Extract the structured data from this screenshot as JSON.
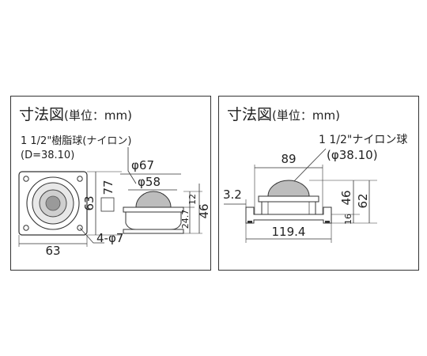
{
  "left_panel": {
    "title": "寸法図",
    "unit": "(単位：mm)",
    "ball_label_line1": "1 1/2\"樹脂球(ナイロン)",
    "ball_label_line2": "(D=38.10)",
    "dim_outer_dia": "φ67",
    "dim_inner_dia": "φ58",
    "dim_base_width": "63",
    "dim_base_height": "63",
    "dim_side": "77",
    "dim_top": "12",
    "dim_lower": "24.7",
    "dim_total": "46",
    "dim_holes": "4-φ7"
  },
  "right_panel": {
    "title": "寸法図",
    "unit": "(単位：mm)",
    "ball_label_line1": "1 1/2\"ナイロン球",
    "ball_label_line2": "(φ38.10)",
    "dim_width": "89",
    "dim_overall_width": "119.4",
    "dim_offset": "3.2",
    "dim_height": "46",
    "dim_total_height": "62",
    "dim_flange": "16"
  }
}
